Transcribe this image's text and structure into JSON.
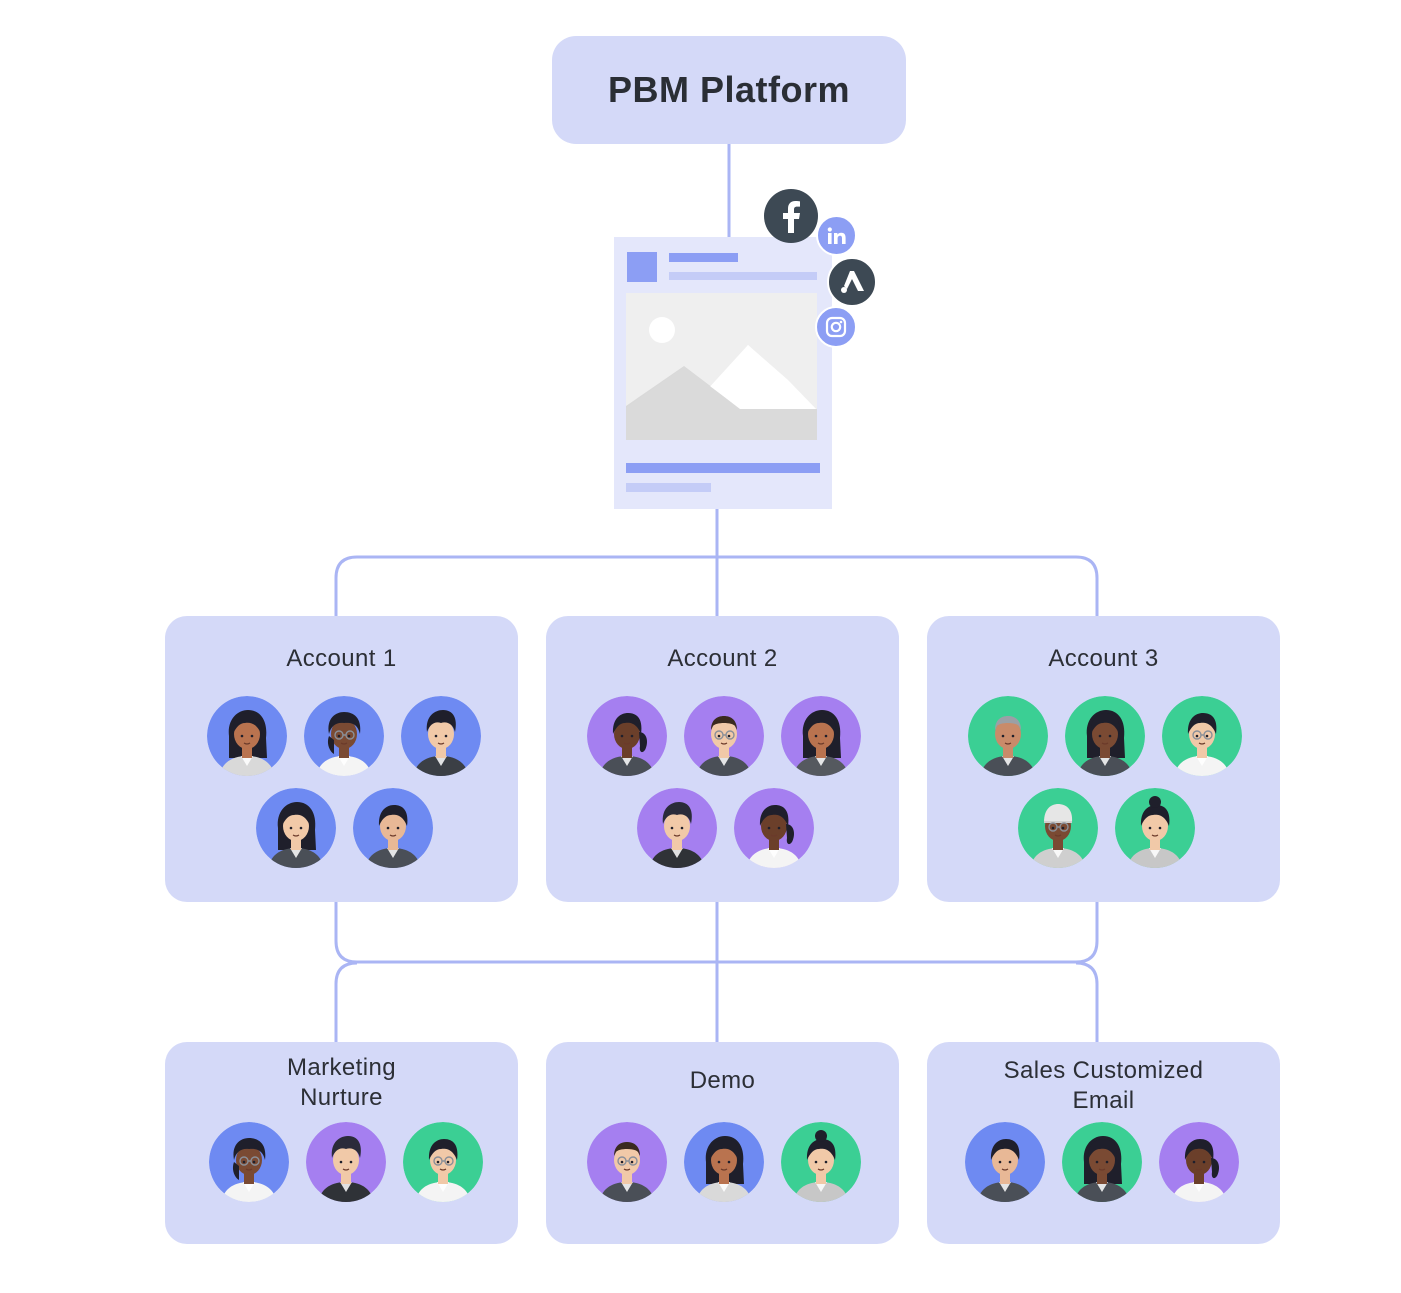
{
  "platform": {
    "title": "PBM Platform"
  },
  "ad_card": {
    "social_icons": [
      "facebook-icon",
      "linkedin-icon",
      "adroll-icon",
      "instagram-icon"
    ]
  },
  "accounts": [
    {
      "title": "Account 1",
      "avatar_color": "#6e8af2",
      "avatar_count": 5
    },
    {
      "title": "Account 2",
      "avatar_color": "#a57ff0",
      "avatar_count": 5
    },
    {
      "title": "Account 3",
      "avatar_color": "#3bcf94",
      "avatar_count": 5
    }
  ],
  "outcomes": [
    {
      "title_line1": "Marketing",
      "title_line2": "Nurture",
      "avatar_colors": [
        "#6e8af2",
        "#a57ff0",
        "#3bcf94"
      ]
    },
    {
      "title_line1": "Demo",
      "title_line2": "",
      "avatar_colors": [
        "#a57ff0",
        "#6e8af2",
        "#3bcf94"
      ]
    },
    {
      "title_line1": "Sales Customized",
      "title_line2": "Email",
      "avatar_colors": [
        "#6e8af2",
        "#3bcf94",
        "#a57ff0"
      ]
    }
  ],
  "colors": {
    "box_fill": "#d4d9f8",
    "connector": "#aab5f4",
    "accent": "#8c9ef4",
    "social_dark": "#3d4954",
    "social_light": "#8c9ef4"
  }
}
